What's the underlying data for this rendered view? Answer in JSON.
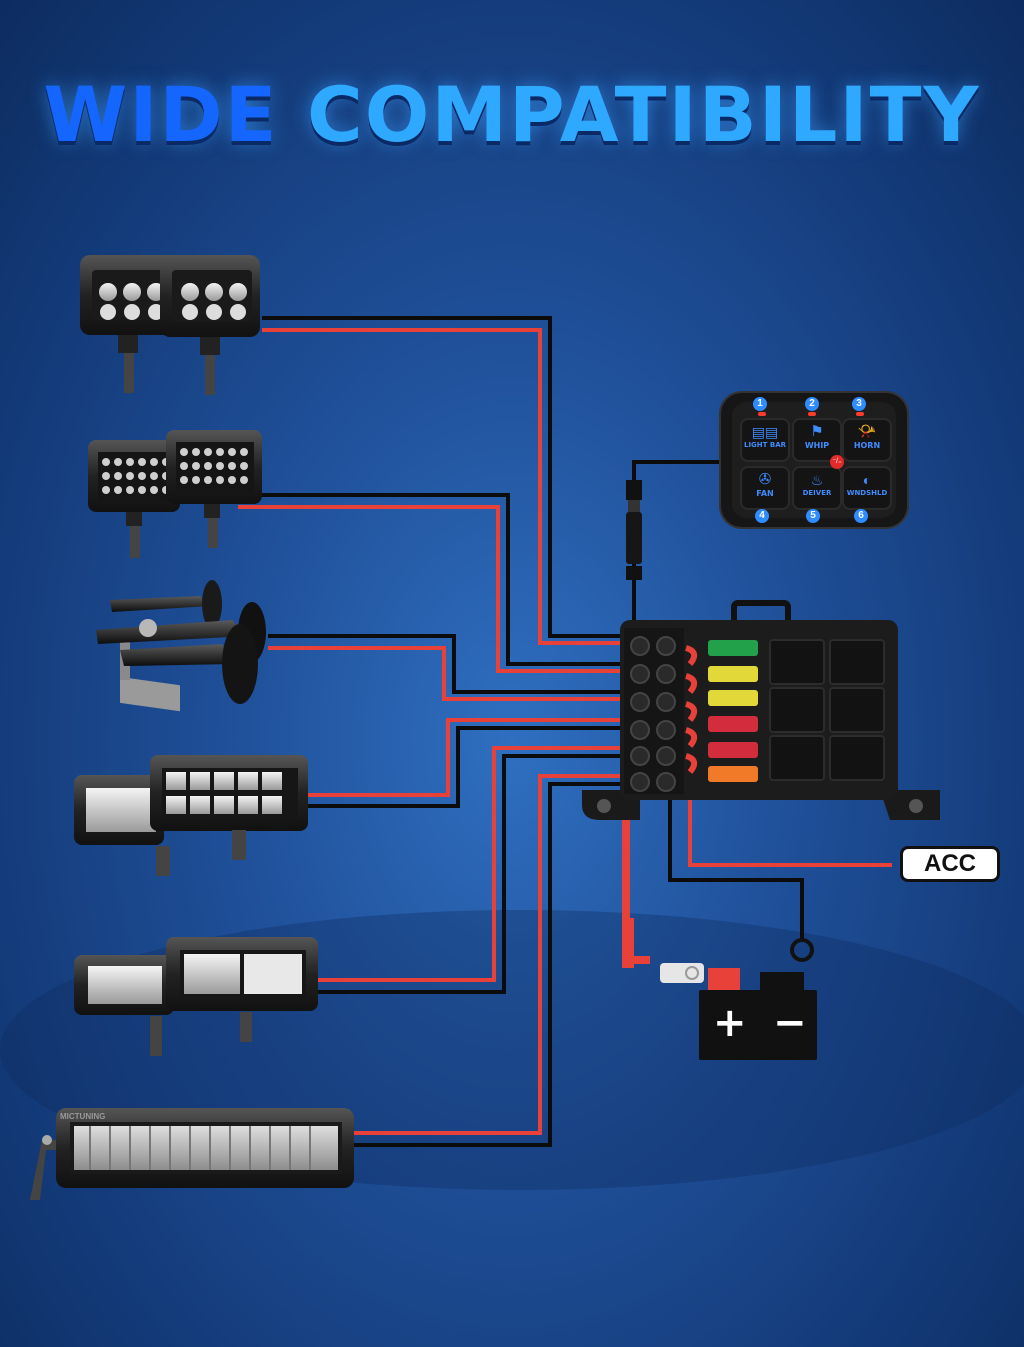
{
  "title": {
    "word1": "WIDE",
    "word2": "COMPATIBILITY"
  },
  "panel": {
    "buttons": [
      {
        "number": "1",
        "label": "LIGHT BAR",
        "icon": "light-bar-icon"
      },
      {
        "number": "2",
        "label": "WHIP",
        "icon": "whip-flag-icon"
      },
      {
        "number": "3",
        "label": "HORN",
        "icon": "horn-icon"
      },
      {
        "number": "4",
        "label": "FAN",
        "icon": "fan-icon"
      },
      {
        "number": "5",
        "label": "DEIVER",
        "icon": "seat-heater-icon"
      },
      {
        "number": "6",
        "label": "WNDSHLD",
        "icon": "windshield-icon"
      }
    ],
    "power_symbol": "⁻/₌"
  },
  "acc_label": "ACC",
  "battery": {
    "plus": "+",
    "minus": "−"
  },
  "brand_text": "MICTUNING",
  "colors": {
    "wire_red": "#e8413a",
    "wire_black": "#0c0c0c",
    "accent_blue": "#2f8cff",
    "title_blue": "#1e90ff"
  }
}
